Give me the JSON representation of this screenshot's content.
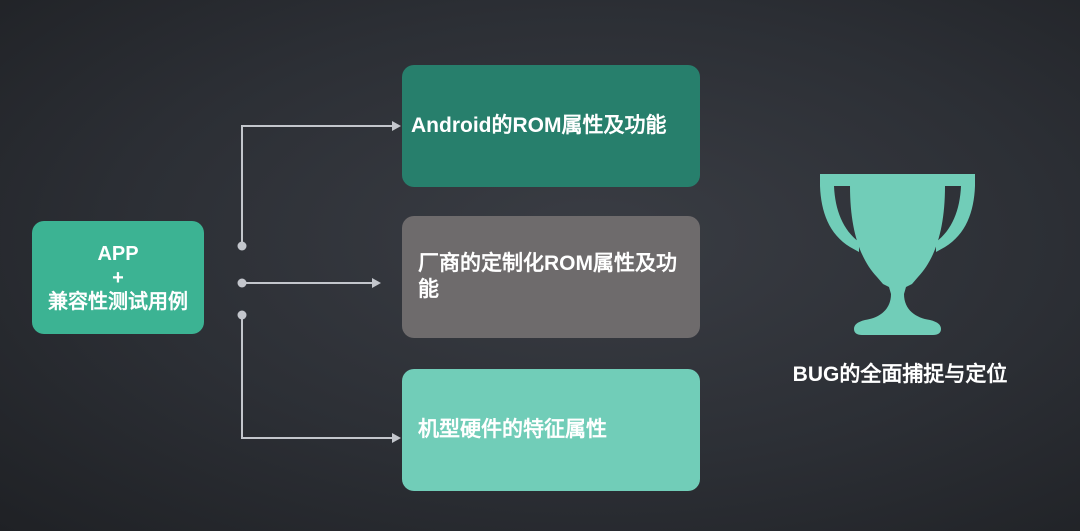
{
  "source": {
    "line1": "APP",
    "line2": "+",
    "line3": "兼容性测试用例",
    "color": "#3cb393"
  },
  "targets": [
    {
      "label": "Android的ROM属性及功能",
      "color": "#277f6c"
    },
    {
      "label": "厂商的定制化ROM属性及功能",
      "color": "#6e6b6c"
    },
    {
      "label": "机型硬件的特征属性",
      "color": "#71cdb8"
    }
  ],
  "result": {
    "icon": "trophy-icon",
    "caption": "BUG的全面捕捉与定位",
    "color": "#71cdb8"
  },
  "connector_color": "#c3c6cc"
}
